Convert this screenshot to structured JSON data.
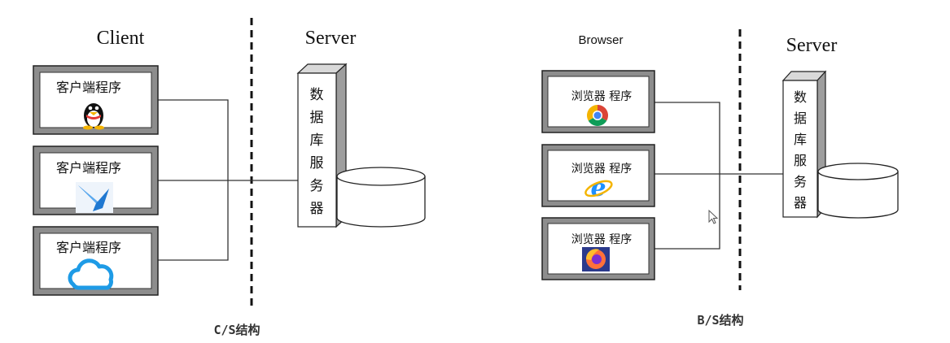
{
  "cs": {
    "title_client": "Client",
    "title_server": "Server",
    "caption": "C/S结构",
    "client_boxes": [
      {
        "label": "客户端程序",
        "icon": "qq-penguin-icon"
      },
      {
        "label": "客户端程序",
        "icon": "swift-bird-icon"
      },
      {
        "label": "客户端程序",
        "icon": "cloud-icon"
      }
    ],
    "db_server_chars": [
      "数",
      "据",
      "库",
      "服",
      "务",
      "器"
    ]
  },
  "bs": {
    "title_browser": "Browser",
    "title_server": "Server",
    "caption": "B/S结构",
    "browser_boxes": [
      {
        "label": "浏览器 程序",
        "icon": "chrome-icon"
      },
      {
        "label": "浏览器 程序",
        "icon": "ie-icon"
      },
      {
        "label": "浏览器 程序",
        "icon": "firefox-icon"
      }
    ],
    "db_server_chars": [
      "数",
      "据",
      "库",
      "服",
      "务",
      "器"
    ]
  },
  "colors": {
    "box_border": "#222222",
    "box_bevel": "#9a9a9a",
    "line": "#333333",
    "qq_blue": "#2a9bd8",
    "chrome_red": "#db4437",
    "chrome_yellow": "#f4b400",
    "chrome_green": "#0f9d58",
    "ie_blue": "#1e90ff",
    "firefox_orange": "#ff7139"
  }
}
